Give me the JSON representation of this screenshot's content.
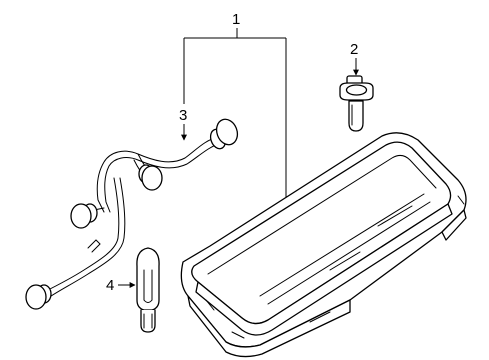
{
  "callouts": [
    {
      "id": "1",
      "part": "high-mount-stop-lamp-assembly"
    },
    {
      "id": "2",
      "part": "mounting-clip"
    },
    {
      "id": "3",
      "part": "wiring-harness"
    },
    {
      "id": "4",
      "part": "bulb"
    }
  ],
  "colors": {
    "line": "#000000",
    "fill": "#ffffff",
    "background": "#ffffff"
  }
}
